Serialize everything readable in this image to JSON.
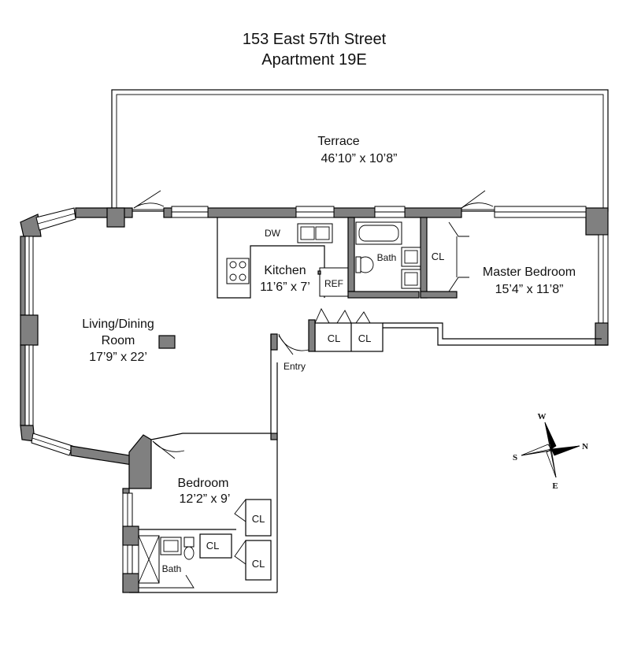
{
  "title": {
    "line1": "153 East 57th Street",
    "line2": "Apartment 19E"
  },
  "rooms": {
    "terrace": {
      "name": "Terrace",
      "size": "46’10” x 10’8”"
    },
    "kitchen": {
      "name": "Kitchen",
      "size": "11’6” x 7’"
    },
    "living": {
      "name_line1": "Living/Dining",
      "name_line2": "Room",
      "size": "17’9” x 22’"
    },
    "master_bedroom": {
      "name": "Master Bedroom",
      "size": "15’4” x 11’8”"
    },
    "bedroom": {
      "name": "Bedroom",
      "size": "12’2” x 9’"
    }
  },
  "labels": {
    "dw": "DW",
    "ref": "REF",
    "bath_main": "Bath",
    "bath_second": "Bath",
    "entry": "Entry",
    "closet_master": "CL",
    "closet_entry_1": "CL",
    "closet_entry_2": "CL",
    "closet_bed_1": "CL",
    "closet_bed_2": "CL",
    "closet_bath": "CL"
  },
  "compass": {
    "w": "W",
    "n": "N",
    "e": "E",
    "s": "S"
  }
}
